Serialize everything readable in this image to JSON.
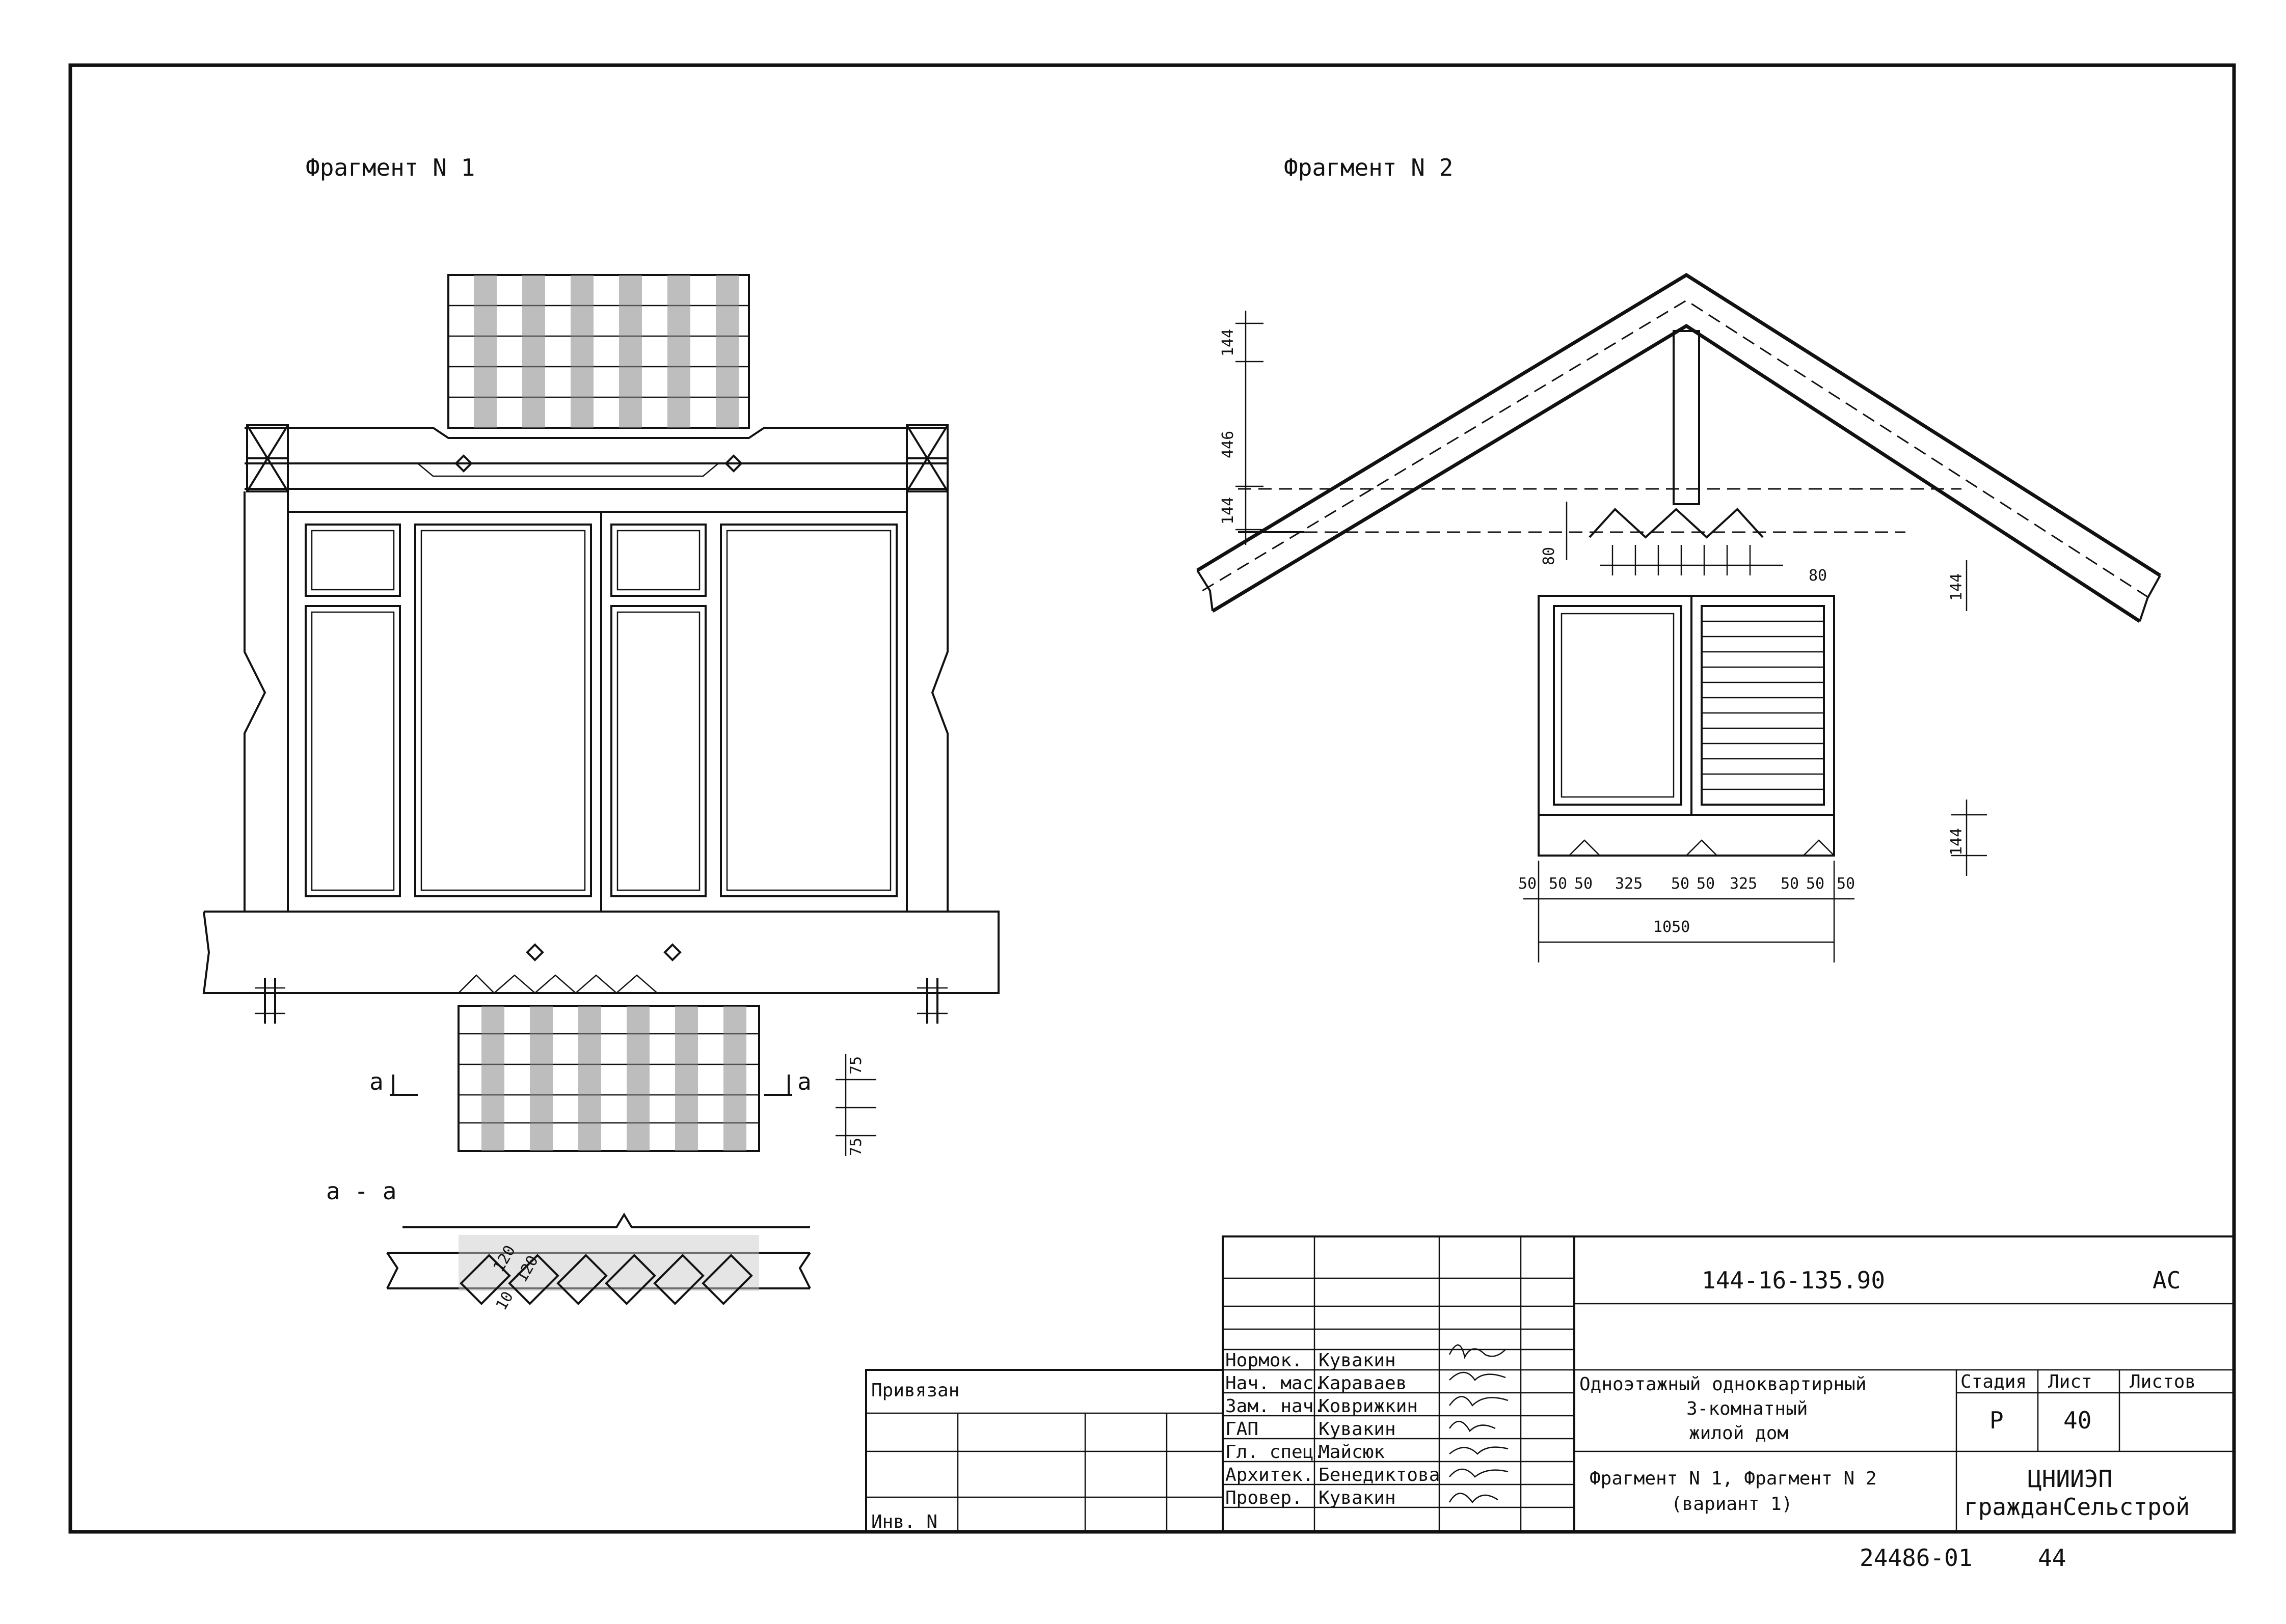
{
  "fragment1": {
    "title": "Фрагмент N 1",
    "section_mark": "а",
    "section_title": "а - а",
    "dims_right": [
      "75",
      "75"
    ],
    "dims_section": [
      "120",
      "120",
      "10"
    ]
  },
  "fragment2": {
    "title": "Фрагмент N 2",
    "dims_left": [
      "144",
      "446",
      "144"
    ],
    "dim_80_left": "80",
    "dim_80_top": "80",
    "dim_144_right_upper": "144",
    "dim_144_right_lower": "144",
    "bottom_dims": [
      "50",
      "50",
      "50",
      "325",
      "50",
      "50",
      "325",
      "50",
      "50",
      "50"
    ],
    "total_width": "1050"
  },
  "title_block": {
    "doc_code": "144-16-135.90",
    "doc_mark": "АС",
    "bound_label": "Привязан",
    "inv_label": "Инв. N",
    "roles": [
      {
        "role": "Нормок.",
        "name": "Кувакин"
      },
      {
        "role": "Нач. мас.",
        "name": "Караваев"
      },
      {
        "role": "Зам. нач.",
        "name": "Коврижкин"
      },
      {
        "role": "ГАП",
        "name": "Кувакин"
      },
      {
        "role": "Гл. спец.",
        "name": "Майсюк"
      },
      {
        "role": "Архитек.",
        "name": "Бенедиктова"
      },
      {
        "role": "Провер.",
        "name": "Кувакин"
      }
    ],
    "project_line1": "Одноэтажный одноквартирный",
    "project_line2": "3-комнатный",
    "project_line3": "жилой дом",
    "sheet_title_line1": "Фрагмент N 1, Фрагмент N 2",
    "sheet_title_line2": "(вариант 1)",
    "stage_label": "Стадия",
    "sheet_label": "Лист",
    "sheets_label": "Листов",
    "stage": "Р",
    "sheet": "40",
    "sheets": "",
    "org_line1": "ЦНИИЭП",
    "org_line2": "гражданСельстрой"
  },
  "footer": {
    "archive_number": "24486-01",
    "page": "44"
  }
}
